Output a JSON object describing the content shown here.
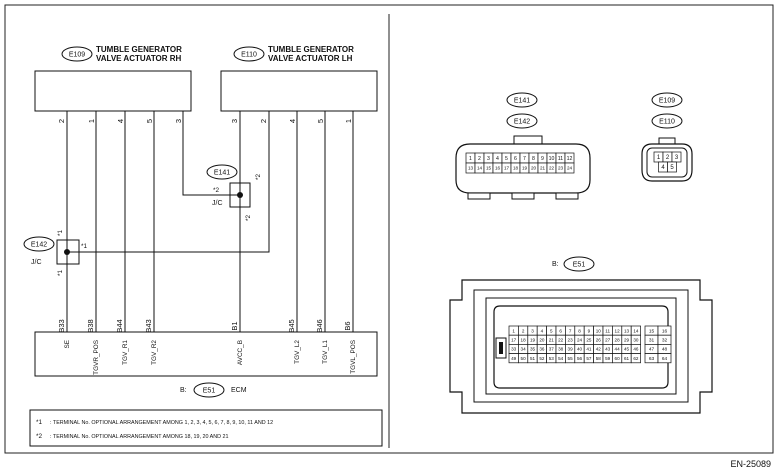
{
  "figure_code": "EN-25089",
  "left_diagram": {
    "actuator_rh": {
      "code": "E109",
      "title_line1": "TUMBLE GENERATOR",
      "title_line2": "VALVE ACTUATOR RH",
      "pins": [
        "2",
        "1",
        "4",
        "5",
        "3"
      ]
    },
    "actuator_lh": {
      "code": "E110",
      "title_line1": "TUMBLE GENERATOR",
      "title_line2": "VALVE ACTUATOR LH",
      "pins": [
        "3",
        "2",
        "4",
        "5",
        "1"
      ]
    },
    "jc_e141": {
      "code": "E141",
      "label": "J/C",
      "star_top": "*2",
      "star_left": "*2",
      "star_bottom": "*2"
    },
    "jc_e142": {
      "code": "E142",
      "label": "J/C",
      "star_top": "*1",
      "star_right": "*1",
      "star_bottom": "*1"
    },
    "ecm": {
      "prefix": "B:",
      "code": "E51",
      "name": "ECM",
      "terminals": [
        "B33",
        "B38",
        "B44",
        "B43",
        "B1",
        "B45",
        "B46",
        "B6"
      ],
      "signals": [
        "SE",
        "TGVR_POS",
        "TGV_R1",
        "TGV_R2",
        "AVCC_B",
        "TGV_L2",
        "TGV_L1",
        "TGVL_POS"
      ]
    },
    "notes": [
      {
        "mark": "*1",
        "text": ": TERMINAL No. OPTIONAL ARRANGEMENT AMONG 1, 2, 3, 4, 5, 6, 7, 8, 9, 10, 11 AND 12"
      },
      {
        "mark": "*2",
        "text": ": TERMINAL No. OPTIONAL ARRANGEMENT AMONG 18, 19, 20 AND 21"
      }
    ]
  },
  "right_diagram": {
    "connector_e141_e142": {
      "codes": [
        "E141",
        "E142"
      ],
      "row1": [
        "1",
        "2",
        "3",
        "4",
        "5",
        "6",
        "7",
        "8",
        "9",
        "10",
        "11",
        "12"
      ],
      "row2": [
        "13",
        "14",
        "15",
        "16",
        "17",
        "18",
        "19",
        "20",
        "21",
        "22",
        "23",
        "24"
      ]
    },
    "connector_e109_e110": {
      "codes": [
        "E109",
        "E110"
      ],
      "row1": [
        "1",
        "2",
        "3"
      ],
      "row2": [
        "4",
        "5"
      ]
    },
    "connector_e51": {
      "prefix": "B:",
      "code": "E51",
      "main_rows": [
        [
          "1",
          "2",
          "3",
          "4",
          "5",
          "6",
          "7",
          "8",
          "9",
          "10",
          "11",
          "12",
          "13",
          "14"
        ],
        [
          "17",
          "18",
          "19",
          "20",
          "21",
          "22",
          "23",
          "24",
          "25",
          "26",
          "27",
          "28",
          "29",
          "30"
        ],
        [
          "33",
          "34",
          "35",
          "36",
          "37",
          "38",
          "39",
          "40",
          "41",
          "42",
          "43",
          "44",
          "45",
          "46"
        ],
        [
          "49",
          "50",
          "51",
          "52",
          "53",
          "54",
          "55",
          "56",
          "57",
          "58",
          "59",
          "60",
          "61",
          "62"
        ]
      ],
      "side_rows": [
        [
          "15",
          "16"
        ],
        [
          "31",
          "32"
        ],
        [
          "47",
          "48"
        ],
        [
          "63",
          "64"
        ]
      ]
    }
  }
}
